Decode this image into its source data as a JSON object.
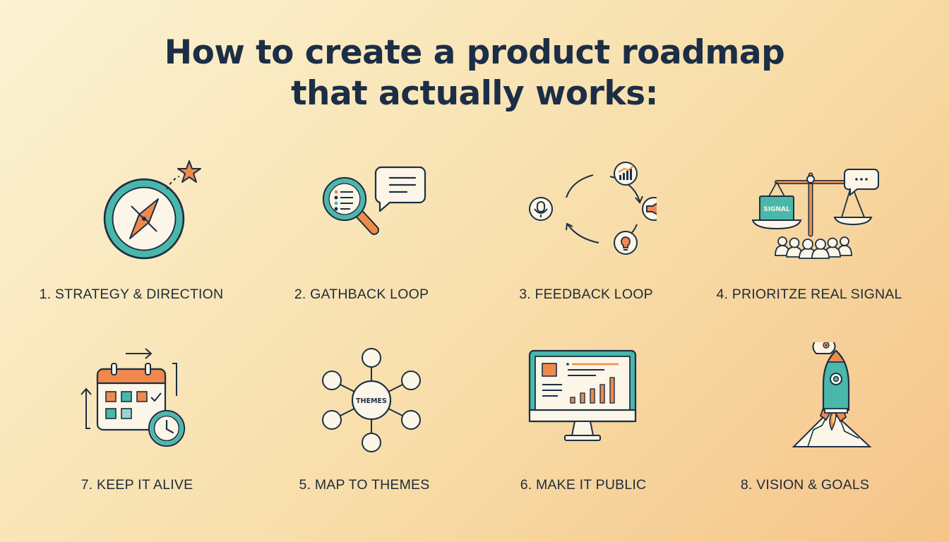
{
  "title": {
    "line1": "How to create a product roadmap",
    "line2": "that actually works:"
  },
  "colors": {
    "navy": "#1d2f44",
    "teal": "#49b8ab",
    "orange": "#ef8a4c",
    "cream": "#fbf6e8"
  },
  "steps": [
    {
      "label": "1. STRATEGY & DIRECTION",
      "icon": "compass-star-icon"
    },
    {
      "label": "2. GATHBACK LOOP",
      "icon": "magnifier-speech-bubble-icon"
    },
    {
      "label": "3. FEEDBACK LOOP",
      "icon": "feedback-cycle-icon"
    },
    {
      "label": "4. PRIORITZE REAL SIGNAL",
      "icon": "balance-scale-icon",
      "badge": "SIGNAL"
    },
    {
      "label": "7. KEEP IT ALIVE",
      "icon": "calendar-clock-icon"
    },
    {
      "label": "5. MAP TO THEMES",
      "icon": "theme-network-icon",
      "badge": "THEMES"
    },
    {
      "label": "6. MAKE IT PUBLIC",
      "icon": "monitor-dashboard-icon"
    },
    {
      "label": "8. VISION & GOALS",
      "icon": "rocket-icon"
    }
  ]
}
